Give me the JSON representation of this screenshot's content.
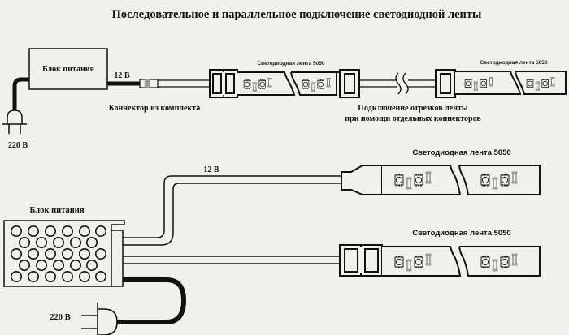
{
  "title": "Последовательное и параллельное подключение светодиодной ленты",
  "serial": {
    "power_supply_label": "Блок питания",
    "voltage_out": "12 В",
    "voltage_in": "220 В",
    "connector_label": "Коннектор из комплекта",
    "strip1_label": "Светодиодная лента 5050",
    "strip2_label": "Светодиодная лента 5050",
    "joint_label_line1": "Подключение отрезков ленты",
    "joint_label_line2": "при помощи отдельных коннекторов"
  },
  "parallel": {
    "power_supply_label": "Блок питания",
    "voltage_out": "12 В",
    "voltage_in": "220 В",
    "strip1_label": "Светодиодная лента 5050",
    "strip2_label": "Светодиодная лента 5050"
  }
}
